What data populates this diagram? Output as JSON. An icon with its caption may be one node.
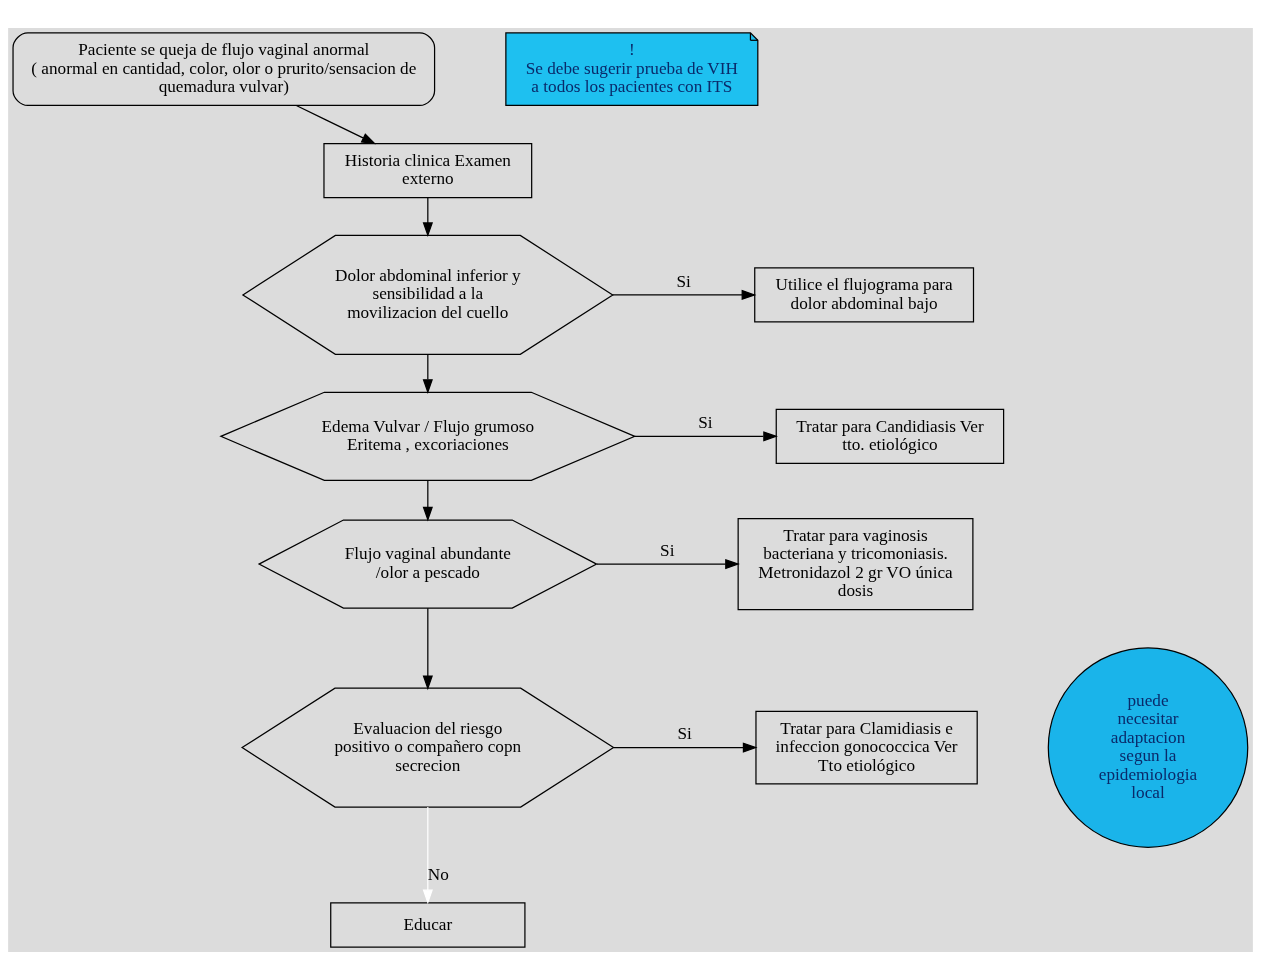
{
  "diagram": {
    "nodes": [
      {
        "text": [
          "Paciente se queja de flujo vaginal anormal",
          "( anormal en cantidad, color, olor o prurito/sensacion de quemadura vulvar)"
        ]
      },
      {
        "text": [
          "Historia clinica Examen externo"
        ]
      },
      {
        "text": [
          "Dolor abdominal inferior y sensibilidad a la movilizacion del cuello"
        ]
      },
      {
        "text": [
          "Utilice el flujograma para dolor abdominal bajo"
        ]
      },
      {
        "text": [
          "Edema Vulvar / Flujo grumoso Eritema , excoriaciones"
        ]
      },
      {
        "text": [
          "Tratar para Candidiasis Ver tto. etiológico"
        ]
      },
      {
        "text": [
          "Flujo vaginal abundante /olor a pescado"
        ]
      },
      {
        "text": [
          "Tratar para vaginosis bacteriana y tricomoniasis. Metronidazol 2 gr VO única dosis"
        ]
      },
      {
        "text": [
          "Evaluacion del riesgo positivo o compañero copn secrecion"
        ]
      },
      {
        "text": [
          "Tratar para Clamidiasis e infeccion gonococcica Ver Tto etiológico"
        ]
      },
      {
        "text": [
          "Educar"
        ]
      },
      {
        "text": [
          "puede necesitar adaptacion segun la epidemiologia local"
        ]
      },
      {
        "text": [
          "!",
          "Se debe sugerir prueba de VIH a todos los pacientes con ITS"
        ]
      }
    ],
    "edges": [
      {
        "from": 0,
        "to": 1,
        "arrow": "to"
      },
      {
        "from": 1,
        "to": 2,
        "arrow": "to"
      },
      {
        "from": 2,
        "to": 3,
        "arrow": "to",
        "label": "Si"
      },
      {
        "from": 2,
        "to": 4,
        "arrow": "to"
      },
      {
        "from": 4,
        "to": 5,
        "arrow": "to",
        "label": "Si"
      },
      {
        "from": 4,
        "to": 6,
        "arrow": "to"
      },
      {
        "from": 6,
        "to": 7,
        "arrow": "to",
        "label": "Si"
      },
      {
        "from": 6,
        "to": 8,
        "arrow": "to"
      },
      {
        "from": 8,
        "to": 9,
        "arrow": "to",
        "label": "Si"
      },
      {
        "from": 8,
        "to": 10,
        "arrow": "to",
        "label": "No",
        "color": "#ffffff"
      }
    ]
  }
}
